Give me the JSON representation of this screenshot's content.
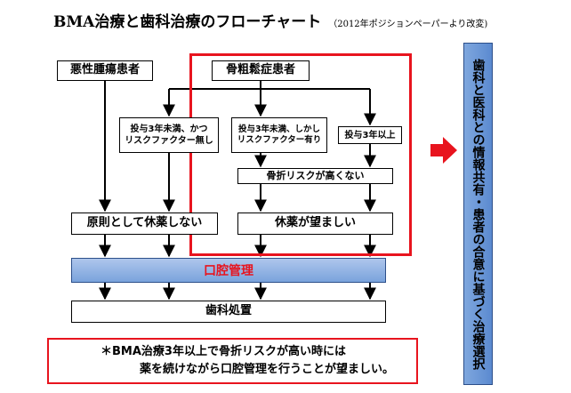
{
  "title": {
    "main": "BMA治療と歯科治療のフローチャート",
    "note": "（2012年ポジションペーパーより改変)"
  },
  "boxes": {
    "malignant": "悪性腫瘍患者",
    "osteoporosis": "骨粗鬆症患者",
    "under3_no_risk": "投与3年未満、かつ\nリスクファクター無し",
    "under3_risk": "投与3年未満、しかし\nリスクファクター有り",
    "over3": "投与3年以上",
    "fracture_risk_low": "骨折リスクが高くない",
    "no_drug_holiday": "原則として休薬しない",
    "drug_holiday_desirable": "休薬が望ましい",
    "oral_care": "口腔管理",
    "dental_treatment": "歯科処置"
  },
  "note": {
    "line1": "＊BMA治療3年以上で骨折リスクが高い時には",
    "line2": "薬を続けながら口腔管理を行うことが望ましい。"
  },
  "sidebar": {
    "text": "歯科と医科との情報共有・患者の合意に基づく治療選択"
  },
  "colors": {
    "accent_red": "#e8141e",
    "sidebar_blue": "#6b97d6",
    "oral_band_blue": "#8fb2e2"
  }
}
